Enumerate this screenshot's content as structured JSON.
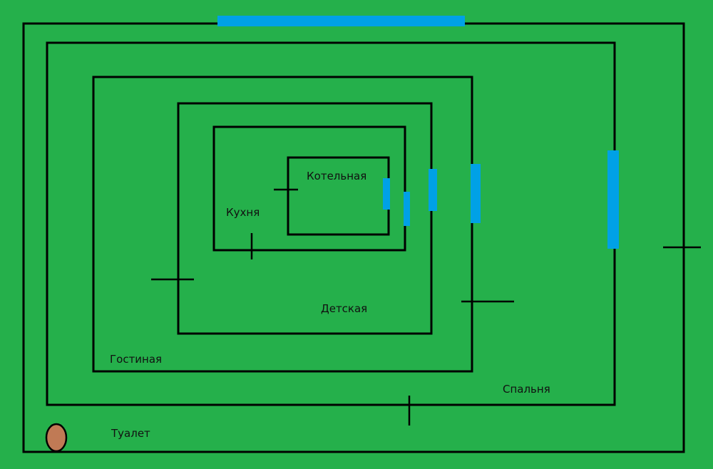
{
  "colors": {
    "background": "#25b04b",
    "floor": "#ffffff",
    "wall": "#000000",
    "window": "#00a1e6",
    "toilet": "#c07a55"
  },
  "rooms": [
    {
      "id": "tualet",
      "label": "Туалет"
    },
    {
      "id": "spalnya",
      "label": "Спальня"
    },
    {
      "id": "gostinaya",
      "label": "Гостиная"
    },
    {
      "id": "detskaya",
      "label": "Детская"
    },
    {
      "id": "kukhnya",
      "label": "Кухня"
    },
    {
      "id": "kotelnaya",
      "label": "Котельная"
    }
  ],
  "legend": {
    "window_icon": "blue-bar-window",
    "door_icon": "cross-tick-door",
    "toilet_icon": "brown-oval"
  }
}
